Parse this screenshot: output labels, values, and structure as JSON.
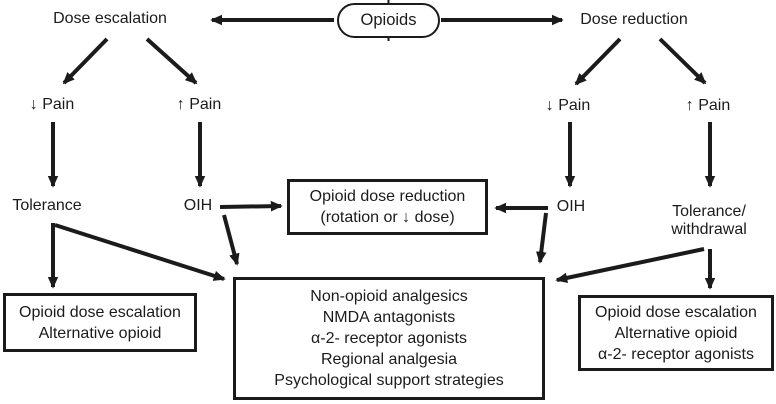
{
  "colors": {
    "ink": "#1b1b1b",
    "background": "#ffffff"
  },
  "root_node": {
    "label": "Opioids"
  },
  "escalation_branch": {
    "title": "Dose escalation",
    "pain_decrease": "↓ Pain",
    "pain_increase": "↑ Pain",
    "tolerance_label": "Tolerance",
    "oih_label": "OIH",
    "outcome_box": {
      "lines": [
        "Opioid dose escalation",
        "Alternative opioid"
      ]
    }
  },
  "reduction_branch": {
    "title": "Dose reduction",
    "pain_decrease": "↓ Pain",
    "pain_increase": "↑ Pain",
    "oih_label": "OIH",
    "tolerance_withdrawal": {
      "line1": "Tolerance/",
      "line2": "withdrawal"
    },
    "outcome_box": {
      "lines": [
        "Opioid dose escalation",
        "Alternative opioid",
        "α-2- receptor agonists"
      ]
    }
  },
  "dose_reduction_box": {
    "lines": [
      "Opioid dose reduction",
      "(rotation or ↓ dose)"
    ]
  },
  "adjuvant_box": {
    "lines": [
      "Non-opioid analgesics",
      "NMDA antagonists",
      "α-2- receptor agonists",
      "Regional analgesia",
      "Psychological support strategies"
    ]
  }
}
